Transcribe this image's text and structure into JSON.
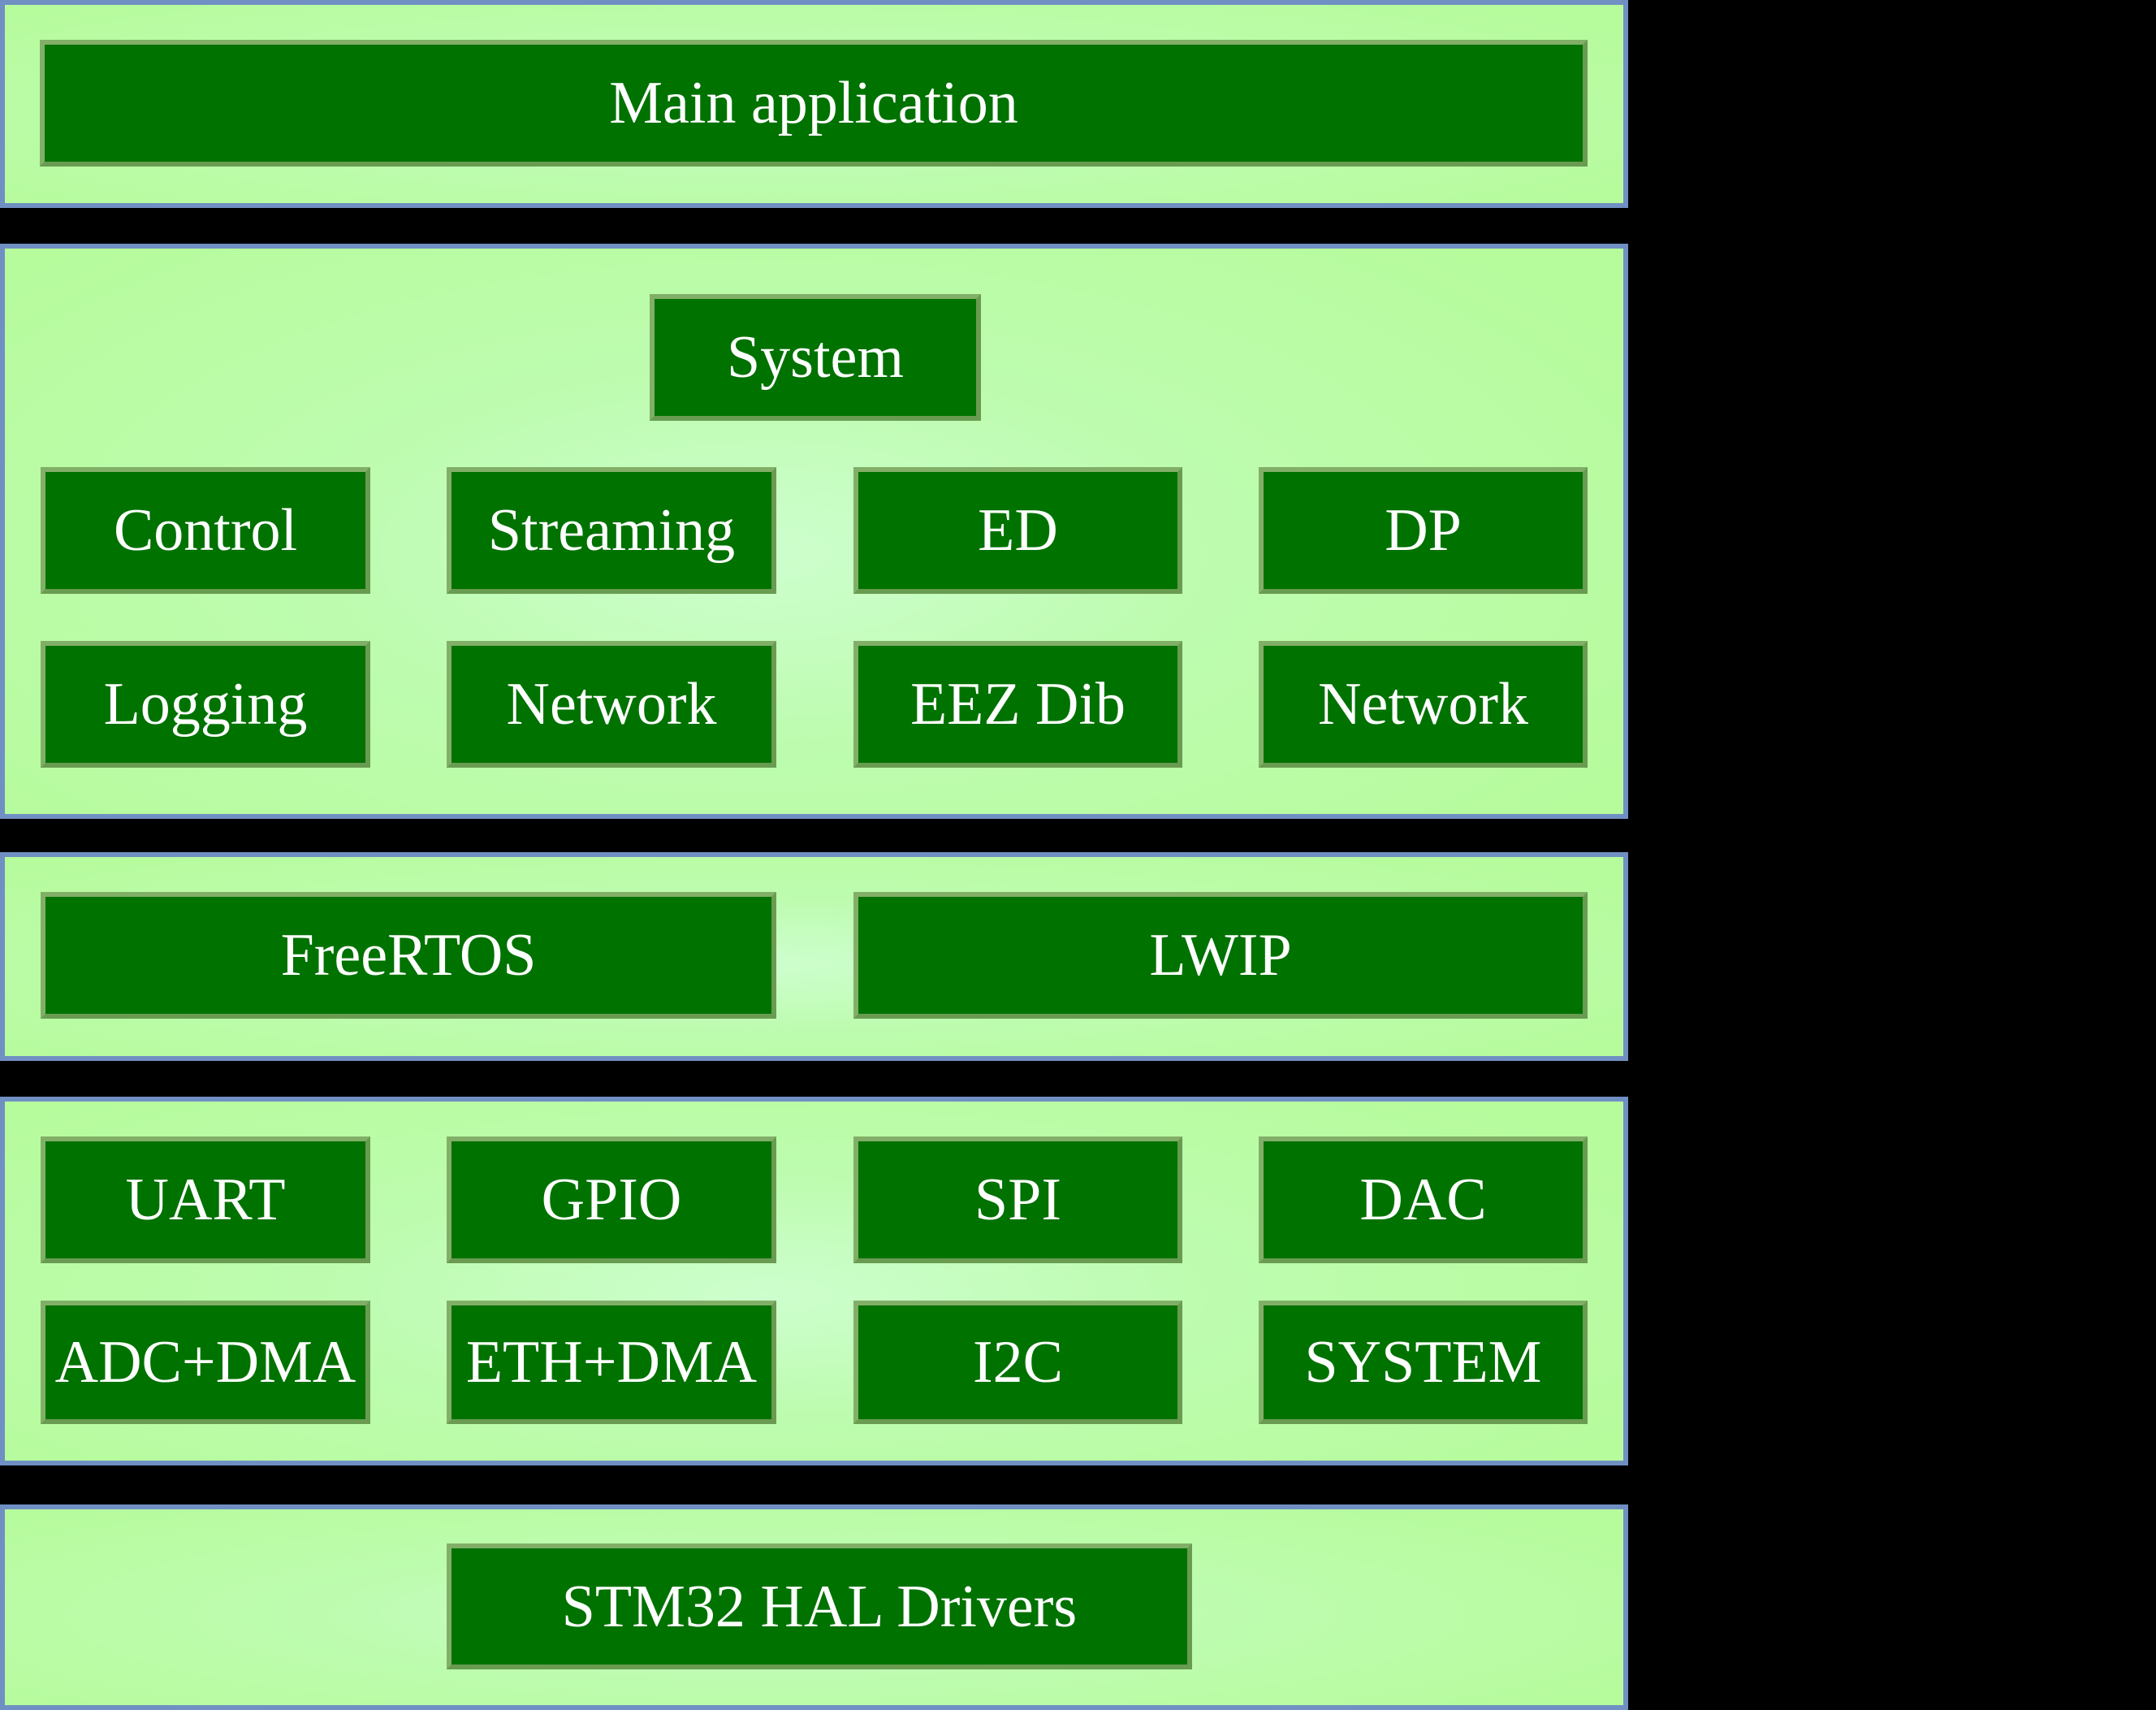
{
  "diagram": {
    "layers": {
      "application": {
        "main_box": "Main application"
      },
      "system": {
        "system_box": "System",
        "row1": [
          "Control",
          "Streaming",
          "ED",
          "DP"
        ],
        "row2": [
          "Logging",
          "Network",
          "EEZ Dib",
          "Network"
        ]
      },
      "os": {
        "boxes": [
          "FreeRTOS",
          "LWIP"
        ]
      },
      "peripherals": {
        "row1": [
          "UART",
          "GPIO",
          "SPI",
          "DAC"
        ],
        "row2": [
          "ADC+DMA",
          "ETH+DMA",
          "I2C",
          "SYSTEM"
        ]
      },
      "hal": {
        "main_box": "STM32 HAL Drivers"
      }
    },
    "colors": {
      "background": "#000000",
      "panel_border": "#7090C3",
      "panel_fill": "#B6FB9C",
      "panel_highlight": "#CDFECD",
      "box_fill": "#007200",
      "box_border_light": "#82AF68",
      "box_border_dark": "#699B51",
      "box_text": "#FFFFFF"
    }
  }
}
